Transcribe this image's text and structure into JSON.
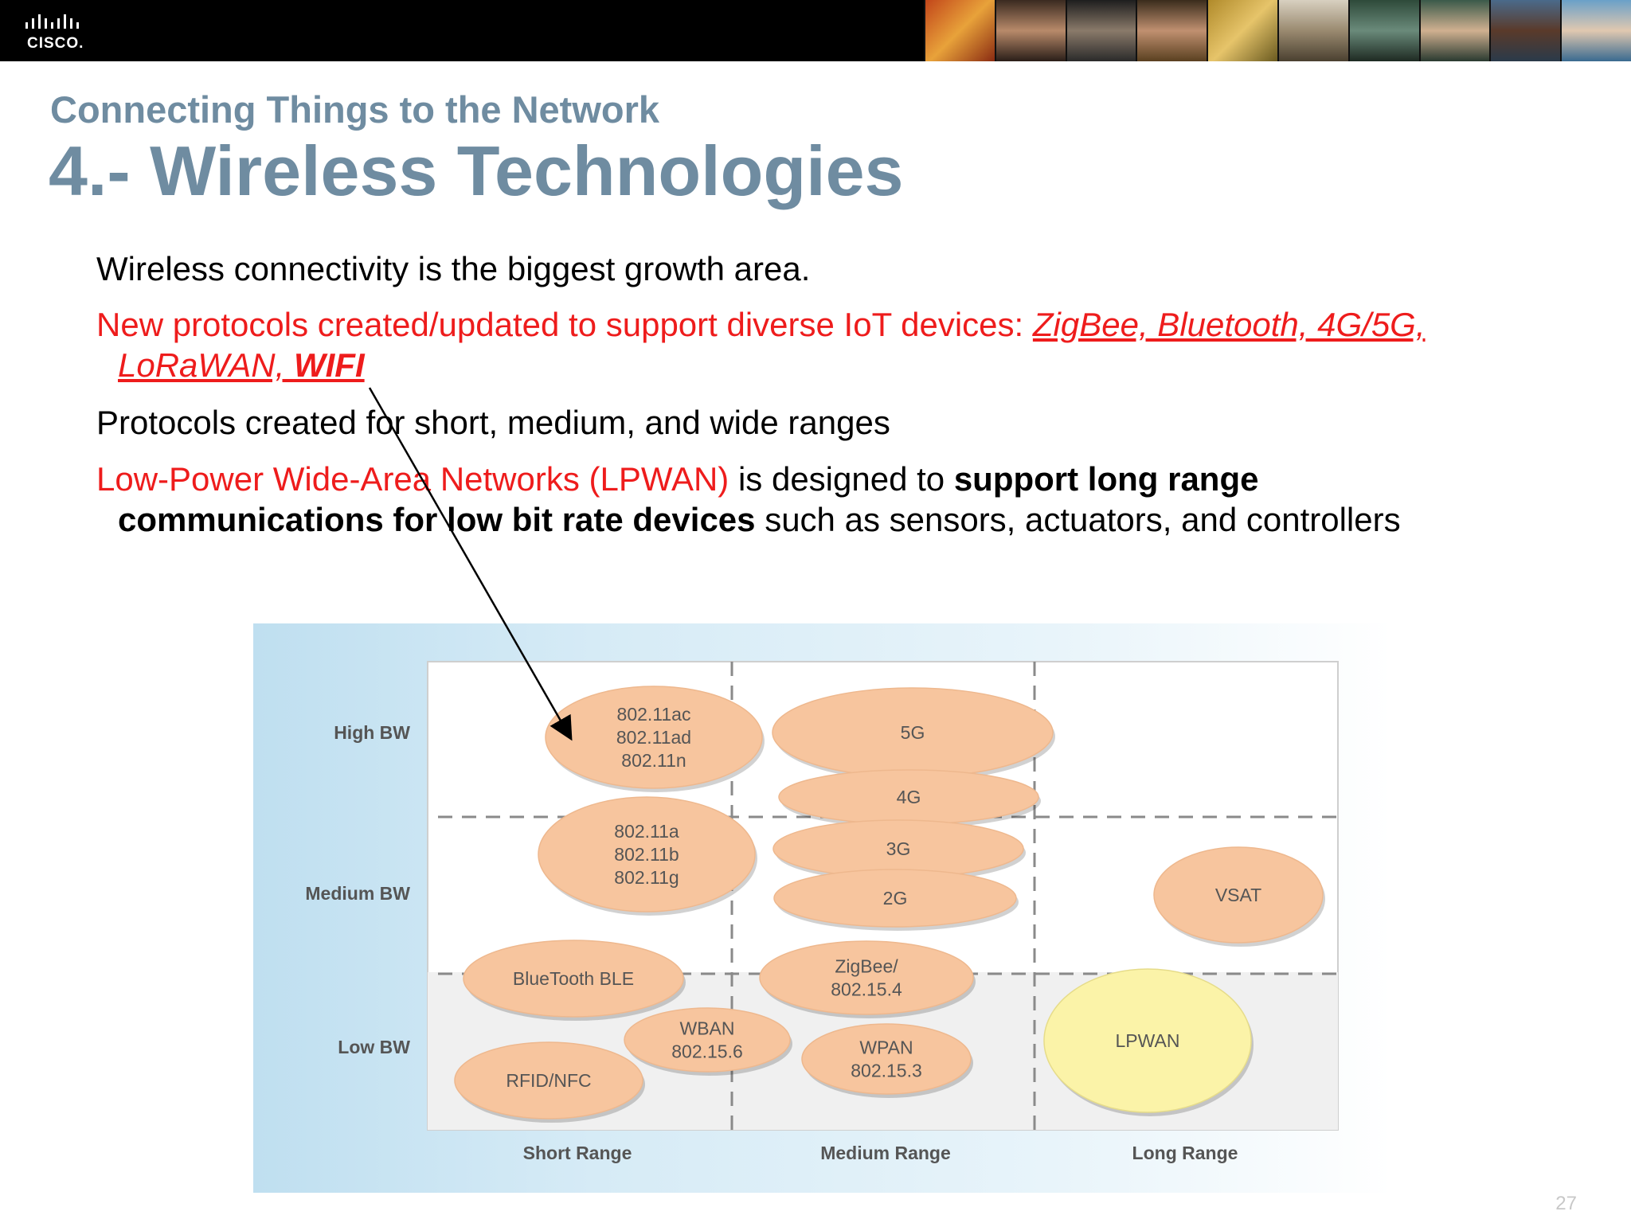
{
  "header": {
    "logo_text": "CISCO."
  },
  "slide": {
    "subtitle": "Connecting Things to the Network",
    "title": "4.- Wireless Technologies",
    "page_number": "27"
  },
  "bullets": {
    "b1": "Wireless connectivity is the biggest growth area.",
    "b2_prefix": "New protocols created/updated to support diverse IoT devices: ",
    "b2_links": "ZigBee, Bluetooth, 4G/5G,",
    "b2_links_line2": "LoRaWAN, ",
    "b2_wifi": "WIFI",
    "b3": "Protocols created for short, medium, and wide ranges",
    "b4_red": "Low-Power Wide-Area Networks (LPWAN)",
    "b4_mid": " is designed to ",
    "b4_bold1": "support long range",
    "b4_bold2": "communications for low bit rate devices",
    "b4_tail": " such as sensors, actuators, and controllers"
  },
  "chart": {
    "y_labels": [
      "High BW",
      "Medium BW",
      "Low BW"
    ],
    "x_labels": [
      "Short Range",
      "Medium Range",
      "Long Range"
    ],
    "bubbles": [
      {
        "lines": [
          "802.11ac",
          "802.11ad",
          "802.11n"
        ],
        "range": "Short Range",
        "bandwidth": "High BW"
      },
      {
        "lines": [
          "802.11a",
          "802.11b",
          "802.11g"
        ],
        "range": "Short Range",
        "bandwidth": "Medium BW"
      },
      {
        "lines": [
          "5G"
        ],
        "range": "Medium Range",
        "bandwidth": "High BW"
      },
      {
        "lines": [
          "4G"
        ],
        "range": "Medium Range",
        "bandwidth": "High BW"
      },
      {
        "lines": [
          "3G"
        ],
        "range": "Medium Range",
        "bandwidth": "Medium BW"
      },
      {
        "lines": [
          "2G"
        ],
        "range": "Medium Range",
        "bandwidth": "Medium BW"
      },
      {
        "lines": [
          "VSAT"
        ],
        "range": "Long Range",
        "bandwidth": "Medium BW"
      },
      {
        "lines": [
          "BlueTooth BLE"
        ],
        "range": "Short Range",
        "bandwidth": "Low BW"
      },
      {
        "lines": [
          "ZigBee/",
          "802.15.4"
        ],
        "range": "Medium Range",
        "bandwidth": "Low BW"
      },
      {
        "lines": [
          "WBAN",
          "802.15.6"
        ],
        "range": "Short Range",
        "bandwidth": "Low BW"
      },
      {
        "lines": [
          "WPAN",
          "802.15.3"
        ],
        "range": "Medium Range",
        "bandwidth": "Low BW"
      },
      {
        "lines": [
          "RFID/NFC"
        ],
        "range": "Short Range",
        "bandwidth": "Low BW"
      },
      {
        "lines": [
          "LPWAN"
        ],
        "range": "Long Range",
        "bandwidth": "Low BW",
        "highlight": true
      }
    ],
    "colors": {
      "bubble": "#f7c59e",
      "highlight": "#fbf3a8",
      "label": "#555555"
    }
  }
}
